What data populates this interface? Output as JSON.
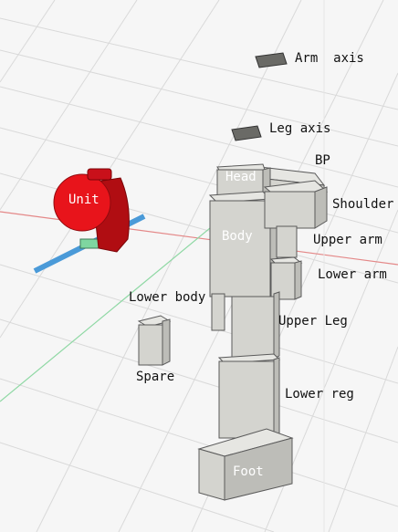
{
  "labels": {
    "arm_axis": "Arm  axis",
    "leg_axis": "Leg axis",
    "bp": "BP",
    "head": "Head",
    "shoulder": "Shoulder",
    "unit": "Unit",
    "body": "Body",
    "upper_arm": "Upper arm",
    "lower_arm": "Lower arm",
    "lower_body": "Lower body",
    "upper_leg": "Upper Leg",
    "spare": "Spare",
    "lower_reg": "Lower reg",
    "foot": "Foot"
  },
  "colors": {
    "part_face": "#d4d4cf",
    "part_side": "#bdbdb8",
    "part_top": "#e6e6e2",
    "part_edge": "#5a5a5a",
    "unit_red": "#e8141b",
    "unit_dark_red": "#b00d12",
    "axis_blue": "#4a9ad8",
    "axis_green": "#7fd6a0",
    "axis_red": "#e07070",
    "grid": "#d6d6d6",
    "axis_part": "#6a6a66"
  }
}
